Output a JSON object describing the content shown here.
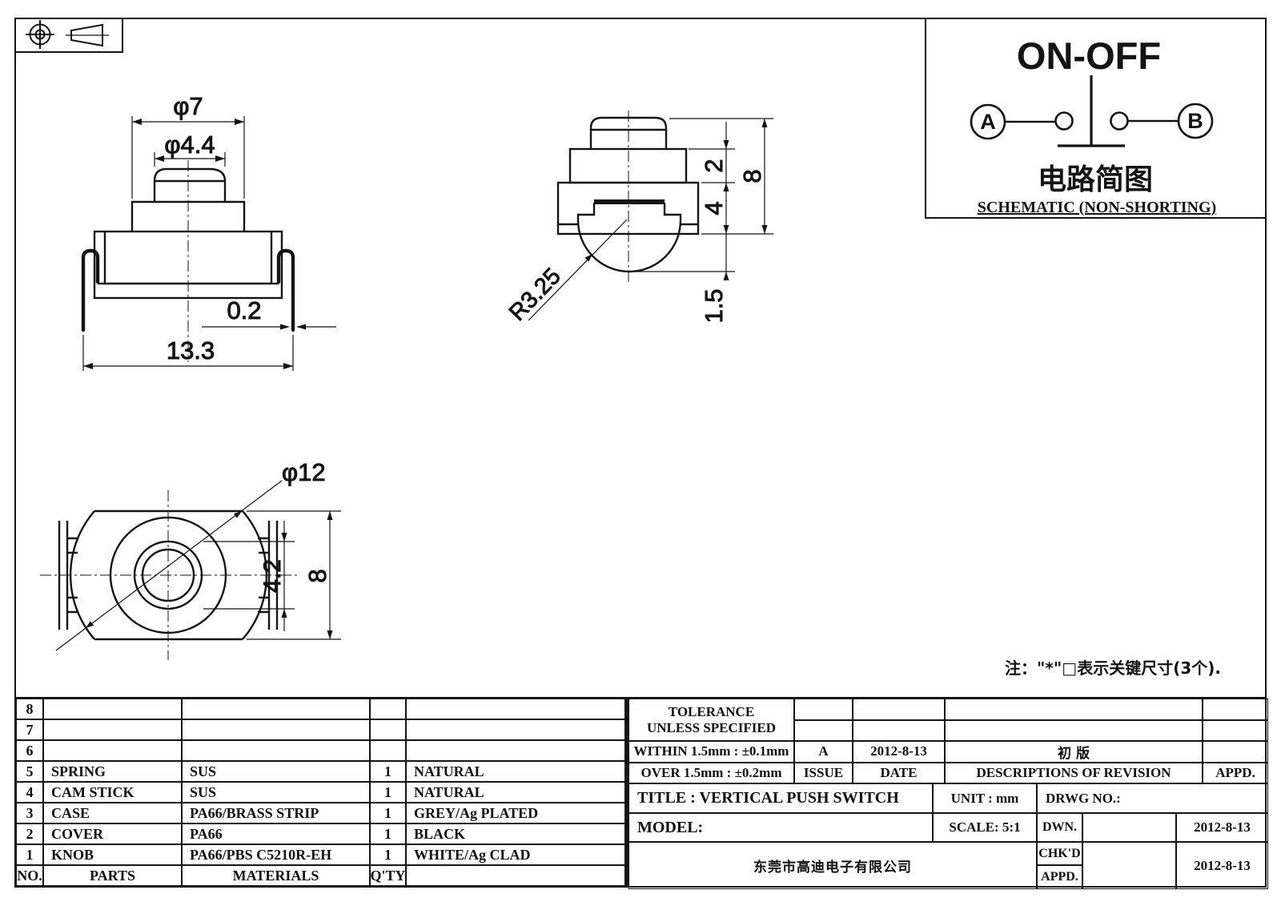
{
  "schematic": {
    "title": "ON-OFF",
    "terminal_a": "A",
    "terminal_b": "B",
    "caption_cn": "电路简图",
    "caption_en": "SCHEMATIC (NON-SHORTING)"
  },
  "note": "注：\"*\"□表示关键尺寸(3个).",
  "views": {
    "front": {
      "dia_outer": "φ7",
      "dia_cap": "φ4.4",
      "lead_thickness": "0.2",
      "overall_width": "13.3"
    },
    "side": {
      "cover_height": "2",
      "case_height": "4",
      "overall_height": "8",
      "dome_protrusion": "1.5",
      "dome_radius": "R3.25"
    },
    "top": {
      "dia_body": "φ12",
      "knob_window": "4.2",
      "body_height": "8"
    }
  },
  "parts": {
    "headers": {
      "no": "NO.",
      "parts": "PARTS",
      "materials": "MATERIALS",
      "qty": "Q'TY",
      "color": ""
    },
    "rows": [
      {
        "no": "8",
        "part": "",
        "material": "",
        "qty": "",
        "color": ""
      },
      {
        "no": "7",
        "part": "",
        "material": "",
        "qty": "",
        "color": ""
      },
      {
        "no": "6",
        "part": "",
        "material": "",
        "qty": "",
        "color": ""
      },
      {
        "no": "5",
        "part": "SPRING",
        "material": "SUS",
        "qty": "1",
        "color": "NATURAL"
      },
      {
        "no": "4",
        "part": "CAM STICK",
        "material": "SUS",
        "qty": "1",
        "color": "NATURAL"
      },
      {
        "no": "3",
        "part": "CASE",
        "material": "PA66/BRASS STRIP",
        "qty": "1",
        "color": "GREY/Ag PLATED"
      },
      {
        "no": "2",
        "part": "COVER",
        "material": "PA66",
        "qty": "1",
        "color": "BLACK"
      },
      {
        "no": "1",
        "part": "KNOB",
        "material": "PA66/PBS C5210R-EH",
        "qty": "1",
        "color": "WHITE/Ag CLAD"
      }
    ]
  },
  "title_block": {
    "tolerance_line1": "TOLERANCE",
    "tolerance_line2": "UNLESS  SPECIFIED",
    "within": "WITHIN 1.5mm : ±0.1mm",
    "over": "OVER 1.5mm : ±0.2mm",
    "issue_value": "A",
    "issue_date": "2012-8-13",
    "revision_desc": "初 版",
    "issue_label": "ISSUE",
    "date_label": "DATE",
    "desc_label": "DESCRIPTIONS OF REVISION",
    "appd_label": "APPD.",
    "title": "TITLE :  VERTICAL PUSH SWITCH",
    "unit": "UNIT :  mm",
    "drwg_no": "DRWG NO.:",
    "model": "MODEL:",
    "scale": "SCALE:  5:1",
    "dwn_label": "DWN.",
    "chkd_label": "CHK'D",
    "appd2_label": "APPD.",
    "dwn_date": "2012-8-13",
    "chkd_date": "2012-8-13",
    "company": "东莞市高迪电子有限公司"
  }
}
